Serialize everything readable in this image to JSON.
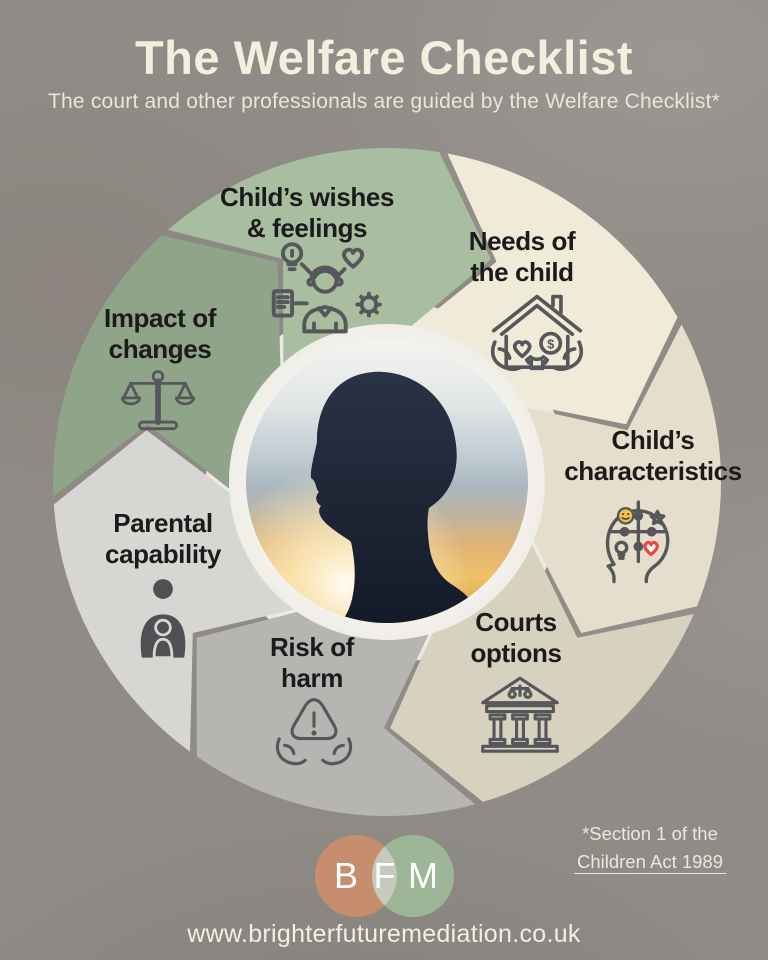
{
  "poster": {
    "title": "The Welfare Checklist",
    "subtitle": "The court and other professionals are guided by the Welfare Checklist*",
    "website": "www.brighterfuturemediation.co.uk",
    "footnote": {
      "line1": "*Section 1 of the",
      "line2": "Children Act 1989"
    }
  },
  "diagram": {
    "center_image": "child-silhouette-against-sunset",
    "segments": [
      {
        "id": "childs-wishes-feelings",
        "label": "Child’s wishes\n& feelings",
        "color": "#a9bda1",
        "icon": "child-thoughts-icon"
      },
      {
        "id": "needs-of-the-child",
        "label": "Needs of\nthe child",
        "color": "#f0ead8",
        "icon": "house-in-hands-icon"
      },
      {
        "id": "childs-characteristics",
        "label": "Child’s\ncharacteristics",
        "color": "#e5decd",
        "icon": "puzzle-head-icon"
      },
      {
        "id": "courts-options",
        "label": "Courts\noptions",
        "color": "#d7d1bf",
        "icon": "courthouse-icon"
      },
      {
        "id": "risk-of-harm",
        "label": "Risk of\nharm",
        "color": "#b6b5b2",
        "icon": "warning-in-hands-icon"
      },
      {
        "id": "parental-capability",
        "label": "Parental\ncapability",
        "color": "#d7d6d3",
        "icon": "parent-child-icon"
      },
      {
        "id": "impact-of-changes",
        "label": "Impact of\nchanges",
        "color": "#8fa489",
        "icon": "balance-scales-icon"
      }
    ]
  },
  "logo": {
    "letters": [
      "B",
      "F",
      "M"
    ],
    "left_circle_color": "#c68e6f",
    "right_circle_color": "#9db697",
    "overlap_color": "#c6cabc",
    "letter_color": "#ffffff"
  },
  "colors": {
    "background": "#8f8b86",
    "title": "#f3eedd",
    "subtitle": "#e9e5d7",
    "label_text": "#1b1b1b",
    "icon_stroke": "#56575a",
    "ring_inner": "#f6f4ee",
    "ring_outer": "#e9e7e0",
    "accent_red": "#e8463f",
    "accent_yellow": "#f0c348"
  }
}
